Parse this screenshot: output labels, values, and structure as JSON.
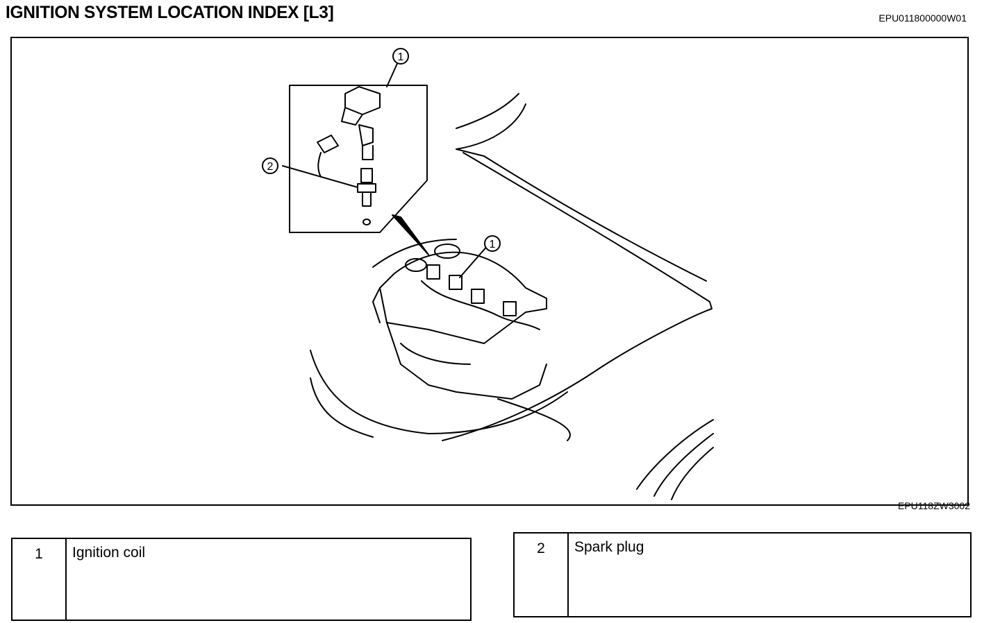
{
  "header": {
    "title": "IGNITION SYSTEM LOCATION INDEX [L3]",
    "doc_code": "EPU011800000W01"
  },
  "figure": {
    "code": "EPU118ZW3002",
    "callouts": [
      "1",
      "2",
      "1"
    ]
  },
  "legend": [
    {
      "number": "1",
      "label": "Ignition coil"
    },
    {
      "number": "2",
      "label": "Spark plug"
    }
  ]
}
